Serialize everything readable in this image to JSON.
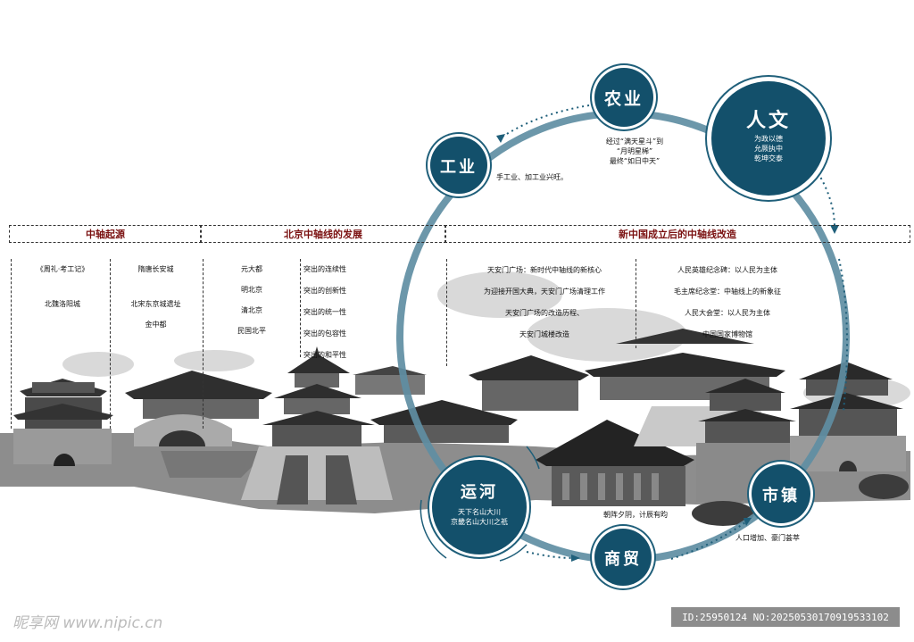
{
  "sections": [
    {
      "label": "中轴起源"
    },
    {
      "label": "北京中轴线的发展"
    },
    {
      "label": "新中国成立后的中轴线改造"
    }
  ],
  "origin": {
    "col1": [
      "《周礼·考工记》",
      "北魏洛阳城"
    ],
    "col2": [
      "隋唐长安城",
      "北宋东京城遗址",
      "金中都"
    ]
  },
  "development": {
    "eras": [
      "元大都",
      "明北京",
      "清北京",
      "民国北平"
    ],
    "traits": [
      "突出的连续性",
      "突出的创新性",
      "突出的统一性",
      "突出的包容性",
      "突出的和平性"
    ]
  },
  "reform": {
    "left": [
      "天安门广场：新时代中轴线的新核心",
      "为迎接开国大典，天安门广场清理工作",
      "天安门广场的改造历程、",
      "天安门城楼改造"
    ],
    "right": [
      "人民英雄纪念碑：以人民为主体",
      "毛主席纪念堂：中轴线上的新象征",
      "人民大会堂：以人民为主体",
      "中国国家博物馆"
    ]
  },
  "nodes": {
    "nongye": {
      "title": "农业",
      "desc": [
        "经过“满天星斗”到",
        "“月明星稀”",
        "最终“如日中天”"
      ]
    },
    "gongye": {
      "title": "工业",
      "desc": [
        "手工业、加工业兴旺。"
      ]
    },
    "renwen": {
      "title": "人文",
      "desc": [
        "为政以德",
        "允厥执中",
        "乾坤交泰"
      ]
    },
    "yunhe": {
      "title": "运河",
      "desc": [
        "天下名山大川",
        "京畿名山大川之祇"
      ]
    },
    "shangmao": {
      "title": "商贸",
      "desc": [
        "朝阵夕阴，计辰有昀"
      ]
    },
    "shizhen": {
      "title": "市镇",
      "desc": [
        "人口增加、豪门荟萃"
      ]
    }
  },
  "watermark": "昵享网 www.nipic.cn",
  "image_id": "ID:25950124 NO:20250530170919533102",
  "colors": {
    "node": "#13506b",
    "ring": "#5f8ea3",
    "header_text": "#7a1010"
  }
}
